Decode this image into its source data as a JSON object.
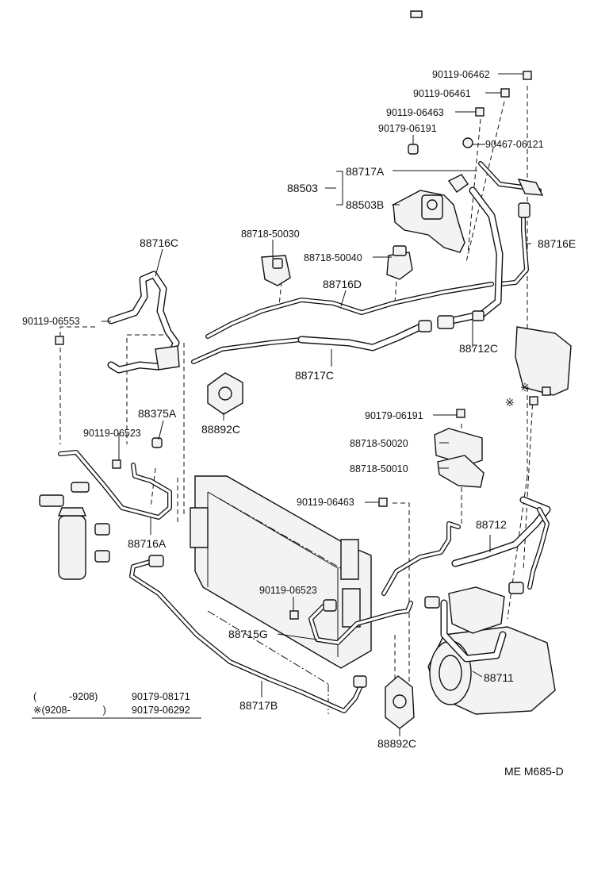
{
  "diagram": {
    "callouts": {
      "c_90119_06462": "90119-06462",
      "c_90119_06461": "90119-06461",
      "c_90119_06463_top": "90119-06463",
      "c_90179_06191_top": "90179-06191",
      "c_90467_06121": "90467-06121",
      "c_88717A": "88717A",
      "c_88503": "88503",
      "c_88503B": "88503B",
      "c_88716C": "88716C",
      "c_88718_50030": "88718-50030",
      "c_88718_50040": "88718-50040",
      "c_88716E": "88716E",
      "c_88716D": "88716D",
      "c_90119_06553": "90119-06553",
      "c_88712C": "88712C",
      "c_88717C": "88717C",
      "c_88375A": "88375A",
      "c_88892C_top": "88892C",
      "c_90119_06523_left": "90119-06523",
      "c_90179_06191_mid": "90179-06191",
      "c_88718_50020": "88718-50020",
      "c_88718_50010": "88718-50010",
      "c_88716A": "88716A",
      "c_90119_06463_mid": "90119-06463",
      "c_88712": "88712",
      "c_90119_06523_mid": "90119-06523",
      "c_88715G": "88715G",
      "c_88711": "88711",
      "c_88717B": "88717B",
      "c_88892C_bottom": "88892C"
    },
    "footnote": {
      "row1_range": "(　　　 -9208)",
      "row1_part": "90179-08171",
      "row2_range": "※(9208-　　　 )",
      "row2_part": "90179-06292"
    },
    "marks": {
      "mark_upper": "※",
      "mark_lower": "※"
    },
    "code": "ME M685-D"
  }
}
